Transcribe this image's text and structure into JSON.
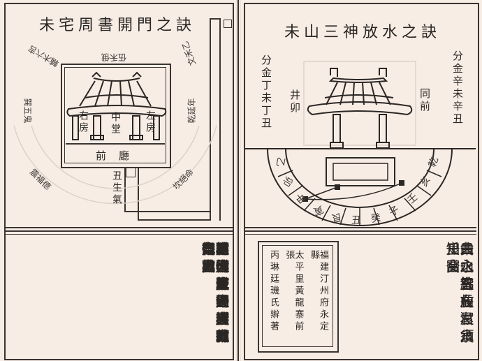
{
  "left_page": {
    "title": "未宅周書開門之訣",
    "diagram": {
      "rotated_labels": [
        {
          "id": "upper_left",
          "text": "輔木六吉"
        },
        {
          "id": "top_center",
          "text": "伍禾俄"
        },
        {
          "id": "upper_right",
          "text": "文禾乙"
        },
        {
          "id": "mid_left",
          "text": "巽五鬼"
        },
        {
          "id": "mid_right",
          "text": "乾延年"
        },
        {
          "id": "lower_left",
          "text": "震福德"
        },
        {
          "id": "lower_right",
          "text": "坎絕命"
        }
      ],
      "building_labels": {
        "right_room": "右房",
        "center_hall": "中堂",
        "left_room": "左房",
        "front_hall": "前廳"
      },
      "gate_label": "丑生氣"
    },
    "verse_columns": [
      "初出艮門展乾方廣",
      "田財生牛馬旺出人",
      "聰明登金榜世代英",
      "雄大腹量　酉辛出",
      "入往來通護得奴婢",
      "財與降因妻致富心",
      "常樂人人近貴各重",
      "重　乾門展艮方鬼",
      "運進財卿老幼同歡",
      "笑慷慨好文章"
    ]
  },
  "right_page": {
    "title": "未山三神放水之訣",
    "diagram": {
      "left_side_label": "分金丁未丁丑",
      "right_side_label": "分金辛未辛丑",
      "inner_left_label": "井卯",
      "inner_right_label": "同前",
      "compass_ring": [
        "乙",
        "卯",
        "甲",
        "寅",
        "艮",
        "丑",
        "癸",
        "子",
        "壬",
        "亥",
        "乾"
      ]
    },
    "verse_columns": [
      "未山丑向艮水良曲",
      "曲之玄左右貪壬癸",
      "二水皆放潔須知富",
      "貴永綿長"
    ],
    "colophon": [
      "福建汀州府永定縣",
      "太平里黃龍寨前張",
      "丙琳廷璣氏辮著"
    ]
  },
  "colors": {
    "paper": "#f8ede5",
    "ink": "#2a2624",
    "faint_bleed": "#c9bfb8"
  }
}
